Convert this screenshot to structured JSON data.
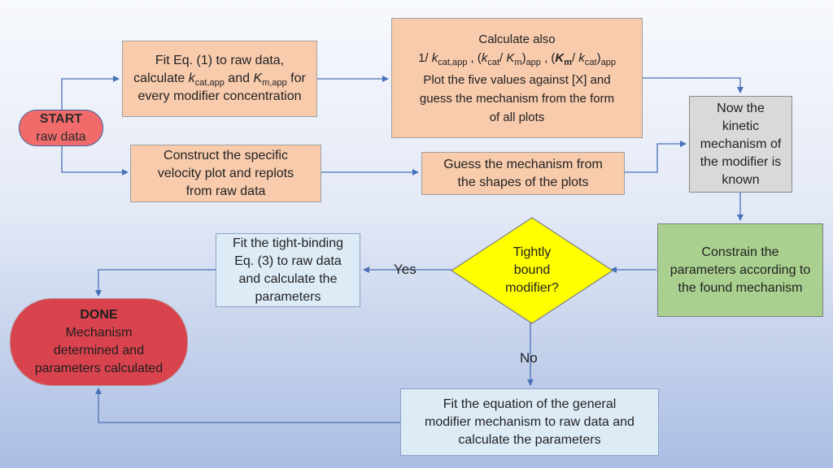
{
  "start": {
    "title": "START",
    "text": "raw data"
  },
  "fit_eq1": {
    "line1": "Fit Eq. (1) to raw data,",
    "line2_pre": "calculate ",
    "k": "k",
    "k_sub": "cat,app",
    "mid": " and ",
    "K": "K",
    "K_sub": "m,app",
    "post": "  for",
    "line3": "every modifier concentration"
  },
  "calc_also": {
    "line1": "Calculate also",
    "f1_pre": "1/ ",
    "f1_k": "k",
    "f1_sub": "cat,app",
    "sep1": " , (",
    "f2_k": "k",
    "f2_sub1": "cat",
    "f2_slash": "/ ",
    "f2_K": "K",
    "f2_sub2": "m",
    "f2_close": ")",
    "f2_sub3": "app",
    "sep2": " , (",
    "f3_K": "K",
    "f3_sub1": "m",
    "f3_slash": "/ ",
    "f3_k": "k",
    "f3_sub2": "cat",
    "f3_close": ")",
    "f3_sub3": "app",
    "line3": "Plot the five values against [X] and",
    "line4": "guess the mechanism from the form",
    "line5": "of all plots"
  },
  "construct": {
    "line1": "Construct the specific",
    "line2": "velocity plot and replots",
    "line3": "from raw data"
  },
  "guess": {
    "line1": "Guess the mechanism from",
    "line2": "the shapes of the plots"
  },
  "known": {
    "line1": "Now the",
    "line2": "kinetic",
    "line3": "mechanism of",
    "line4": "the modifier is",
    "line5": "known"
  },
  "constrain": {
    "line1": "Constrain the",
    "line2": "parameters according to",
    "line3": "the found mechanism"
  },
  "decision": {
    "line1": "Tightly",
    "line2": "bound",
    "line3": "modifier?"
  },
  "yes_label": "Yes",
  "no_label": "No",
  "tight": {
    "line1": "Fit the tight-binding",
    "line2": "Eq. (3) to raw data",
    "line3": "and calculate the",
    "line4": "parameters"
  },
  "done": {
    "title": "DONE",
    "line1": "Mechanism",
    "line2": "determined and",
    "line3": "parameters calculated"
  },
  "general": {
    "line1": "Fit  the equation of the general",
    "line2": "modifier mechanism to raw data and",
    "line3": "calculate the parameters"
  },
  "colors": {
    "arrow": "#4a72b8",
    "decision_fill": "#ffff00",
    "start_fill": "#f26b6b",
    "done_fill": "#d9434e"
  }
}
